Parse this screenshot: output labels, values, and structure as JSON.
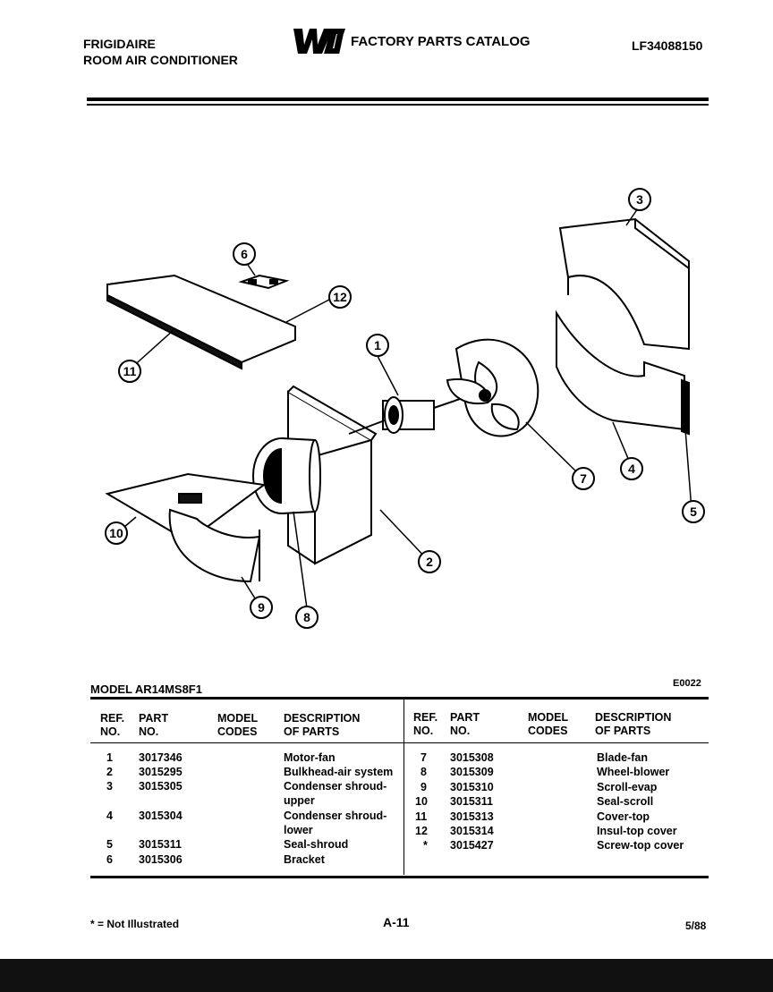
{
  "header": {
    "brand": "FRIGIDAIRE",
    "product": "ROOM AIR CONDITIONER",
    "logo_text": "WCI",
    "catalog_title": "FACTORY PARTS CATALOG",
    "catalog_number": "LF34088150"
  },
  "diagram": {
    "callouts": [
      "1",
      "2",
      "3",
      "4",
      "5",
      "6",
      "7",
      "8",
      "9",
      "10",
      "11",
      "12"
    ]
  },
  "model_line": {
    "model": "MODEL AR14MS8F1",
    "code": "E0022"
  },
  "table": {
    "headers": {
      "ref_no": [
        "REF.",
        "NO."
      ],
      "part_no": [
        "PART",
        "NO."
      ],
      "model_codes": [
        "MODEL",
        "CODES"
      ],
      "description": [
        "DESCRIPTION",
        "OF PARTS"
      ]
    },
    "left": [
      {
        "ref": "1",
        "part": "3017346",
        "desc": "Motor-fan"
      },
      {
        "ref": "2",
        "part": "3015295",
        "desc": "Bulkhead-air system"
      },
      {
        "ref": "3",
        "part": "3015305",
        "desc": "Condenser shroud-"
      },
      {
        "ref": "",
        "part": "",
        "desc": "upper"
      },
      {
        "ref": "4",
        "part": "3015304",
        "desc": "Condenser shroud-"
      },
      {
        "ref": "",
        "part": "",
        "desc": "lower"
      },
      {
        "ref": "5",
        "part": "3015311",
        "desc": "Seal-shroud"
      },
      {
        "ref": "6",
        "part": "3015306",
        "desc": "Bracket"
      }
    ],
    "right": [
      {
        "ref": "7",
        "part": "3015308",
        "desc": "Blade-fan"
      },
      {
        "ref": "8",
        "part": "3015309",
        "desc": "Wheel-blower"
      },
      {
        "ref": "9",
        "part": "3015310",
        "desc": "Scroll-evap"
      },
      {
        "ref": "10",
        "part": "3015311",
        "desc": "Seal-scroll"
      },
      {
        "ref": "11",
        "part": "3015313",
        "desc": "Cover-top"
      },
      {
        "ref": "12",
        "part": "3015314",
        "desc": "Insul-top cover"
      },
      {
        "ref": "*",
        "part": "3015427",
        "desc": "Screw-top cover"
      }
    ]
  },
  "footer": {
    "note": "* = Not Illustrated",
    "page": "A-11",
    "date": "5/88"
  }
}
